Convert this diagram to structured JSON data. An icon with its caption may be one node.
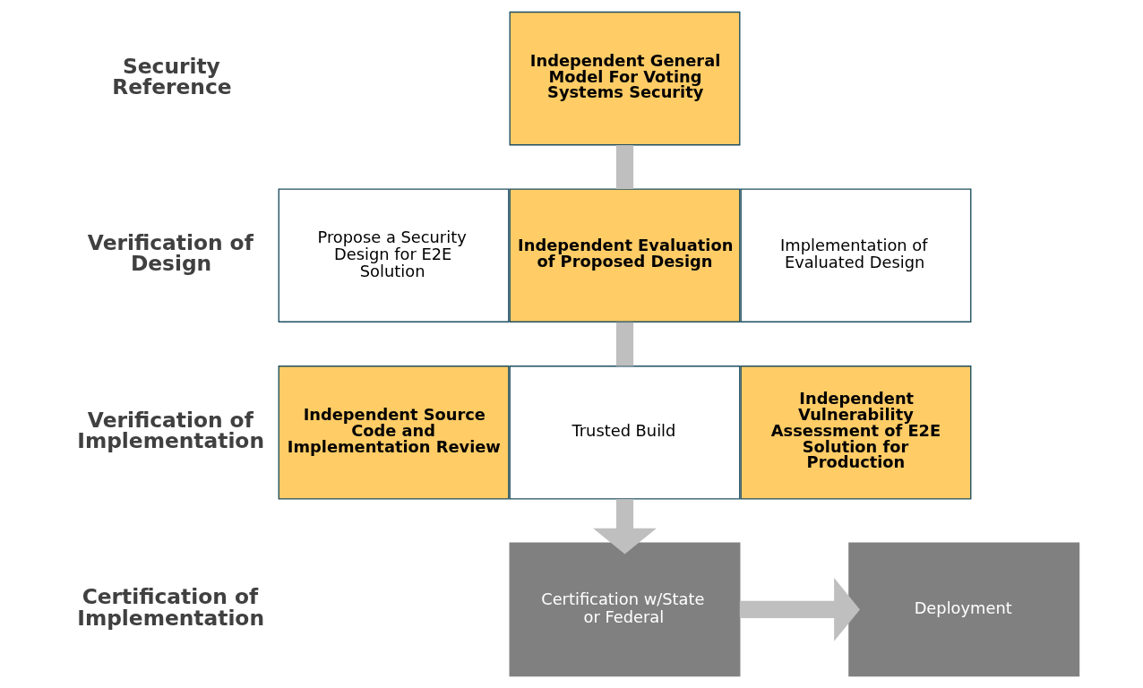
{
  "diagram": {
    "nodes": [
      {
        "text": [
          "Independent General Model For Voting Systems Security"
        ]
      },
      {
        "text": [
          "Propose a Security Design for E2E Solution"
        ]
      },
      {
        "text": [
          "Independent Evaluation of Proposed Design"
        ]
      },
      {
        "text": [
          "Implementation of Evaluated Design"
        ]
      },
      {
        "text": [
          "Independent Source Code and Implementation Review"
        ]
      },
      {
        "text": [
          "Trusted Build"
        ]
      },
      {
        "text": [
          "Independent Vulnerability Assessment of E2E Solution for Production"
        ]
      },
      {
        "text": [
          "Certification w/State or Federal"
        ]
      },
      {
        "text": [
          "Deployment"
        ]
      }
    ],
    "edges": [
      {
        "from": 0,
        "to": 2,
        "arrow": "none"
      },
      {
        "from": 2,
        "to": 5,
        "arrow": "none"
      },
      {
        "from": 5,
        "to": 7,
        "arrow": "to"
      },
      {
        "from": 7,
        "to": 8,
        "arrow": "to"
      }
    ],
    "labels": [
      "Security Reference",
      "Verification of Design",
      "Verification of Implementation",
      "Certification of Implementation"
    ]
  }
}
